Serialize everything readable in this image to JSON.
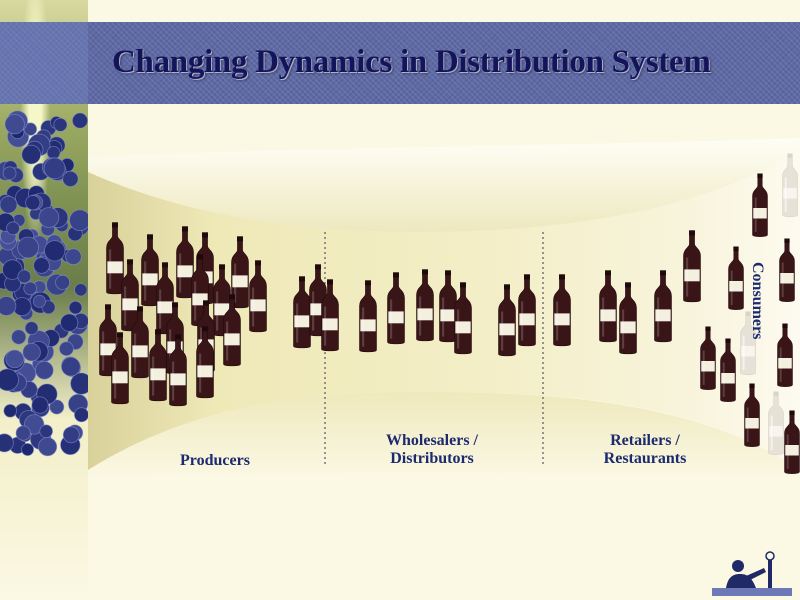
{
  "title": "Changing Dynamics in Distribution System",
  "stages": {
    "producers": {
      "label": "Producers"
    },
    "wholesalers": {
      "line1": "Wholesalers /",
      "line2": "Distributors"
    },
    "retailers": {
      "line1": "Retailers /",
      "line2": "Restaurants"
    },
    "consumers": {
      "label": "Consumers"
    }
  },
  "colors": {
    "title_text": "#14145a",
    "title_band": "#5f6aa4",
    "label_text": "#1c2a6e",
    "bottle": "#3a1518",
    "bottle_label": "#f4f0e0",
    "faded_bottle": "#e6e2d8"
  },
  "icons": [
    "grapes-photo",
    "wine-bottle-icon",
    "figure-logo-icon"
  ]
}
